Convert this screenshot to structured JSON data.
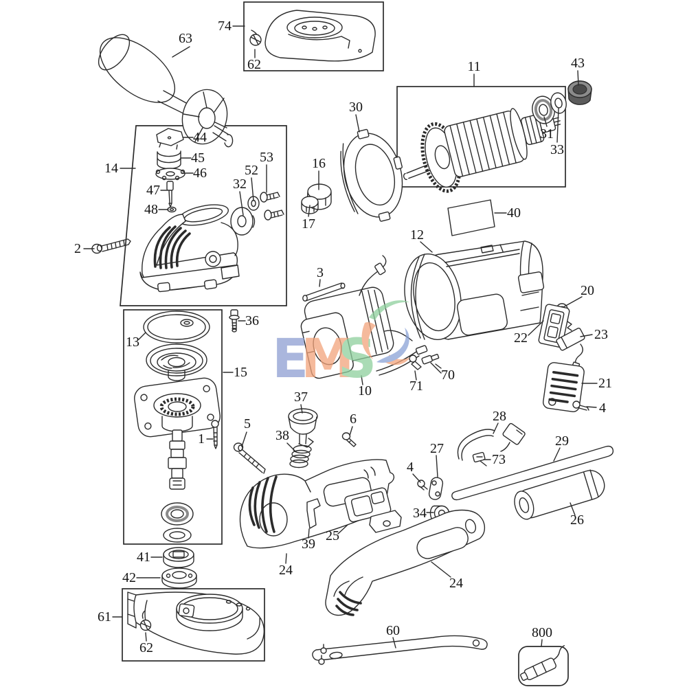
{
  "watermark": {
    "letters": [
      {
        "char": "E",
        "color": "#8e9ed2"
      },
      {
        "char": "M",
        "color": "#f2a47b"
      },
      {
        "char": "S",
        "color": "#8ecf9d"
      }
    ],
    "swirl": {
      "orange": "#f2a47b",
      "green": "#8ecf9d",
      "blue": "#8aa2d6"
    }
  },
  "callouts": {
    "c1": {
      "label": "1"
    },
    "c2": {
      "label": "2"
    },
    "c3": {
      "label": "3"
    },
    "c4a": {
      "label": "4"
    },
    "c4b": {
      "label": "4"
    },
    "c5": {
      "label": "5"
    },
    "c6": {
      "label": "6"
    },
    "c10": {
      "label": "10"
    },
    "c11": {
      "label": "11"
    },
    "c12": {
      "label": "12"
    },
    "c13": {
      "label": "13"
    },
    "c14": {
      "label": "14"
    },
    "c15": {
      "label": "15"
    },
    "c16": {
      "label": "16"
    },
    "c17": {
      "label": "17"
    },
    "c20": {
      "label": "20"
    },
    "c21": {
      "label": "21"
    },
    "c22": {
      "label": "22"
    },
    "c23": {
      "label": "23"
    },
    "c24a": {
      "label": "24"
    },
    "c24b": {
      "label": "24"
    },
    "c25": {
      "label": "25"
    },
    "c26": {
      "label": "26"
    },
    "c27": {
      "label": "27"
    },
    "c28": {
      "label": "28"
    },
    "c29": {
      "label": "29"
    },
    "c30": {
      "label": "30"
    },
    "c31": {
      "label": "31"
    },
    "c32": {
      "label": "32"
    },
    "c33": {
      "label": "33"
    },
    "c34": {
      "label": "34"
    },
    "c36": {
      "label": "36"
    },
    "c37": {
      "label": "37"
    },
    "c38": {
      "label": "38"
    },
    "c39": {
      "label": "39"
    },
    "c40": {
      "label": "40"
    },
    "c41": {
      "label": "41"
    },
    "c42": {
      "label": "42"
    },
    "c43": {
      "label": "43"
    },
    "c44": {
      "label": "44"
    },
    "c45": {
      "label": "45"
    },
    "c46": {
      "label": "46"
    },
    "c47": {
      "label": "47"
    },
    "c48": {
      "label": "48"
    },
    "c52": {
      "label": "52"
    },
    "c53": {
      "label": "53"
    },
    "c60": {
      "label": "60"
    },
    "c61": {
      "label": "61"
    },
    "c62a": {
      "label": "62"
    },
    "c62b": {
      "label": "62"
    },
    "c63": {
      "label": "63"
    },
    "c70": {
      "label": "70"
    },
    "c71": {
      "label": "71"
    },
    "c73": {
      "label": "73"
    },
    "c74": {
      "label": "74"
    },
    "c800": {
      "label": "800"
    }
  }
}
